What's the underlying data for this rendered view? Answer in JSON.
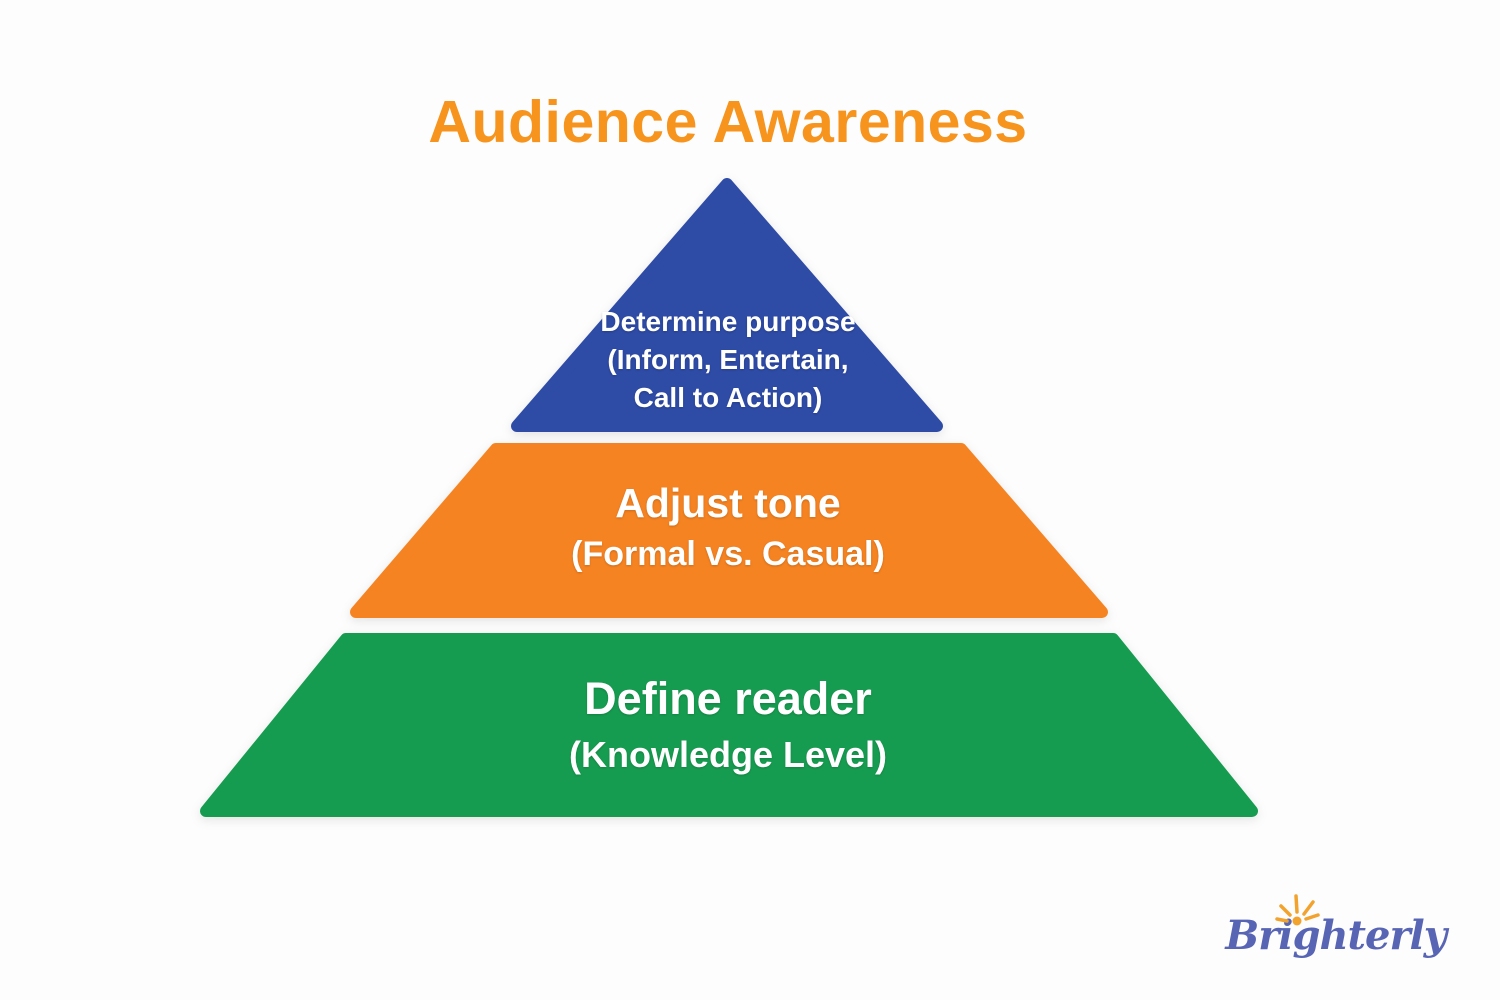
{
  "title": {
    "text": "Audience Awareness",
    "color": "#F6941E"
  },
  "pyramid": {
    "text_color": "#FFFFFF",
    "levels": [
      {
        "name": "determine-purpose",
        "color": "#2E4BA6",
        "lines": [
          "Determine purpose",
          "(Inform, Entertain,",
          "Call to Action)"
        ]
      },
      {
        "name": "adjust-tone",
        "color": "#F58321",
        "lines": [
          "Adjust tone",
          "(Formal vs. Casual)"
        ]
      },
      {
        "name": "define-reader",
        "color": "#169C50",
        "lines": [
          "Define reader",
          "(Knowledge Level)"
        ]
      }
    ]
  },
  "logo": {
    "text": "Brighterly",
    "color": "#5865B4",
    "sun_color": "#F2A32E",
    "sun_icon": "sun-burst-icon"
  }
}
